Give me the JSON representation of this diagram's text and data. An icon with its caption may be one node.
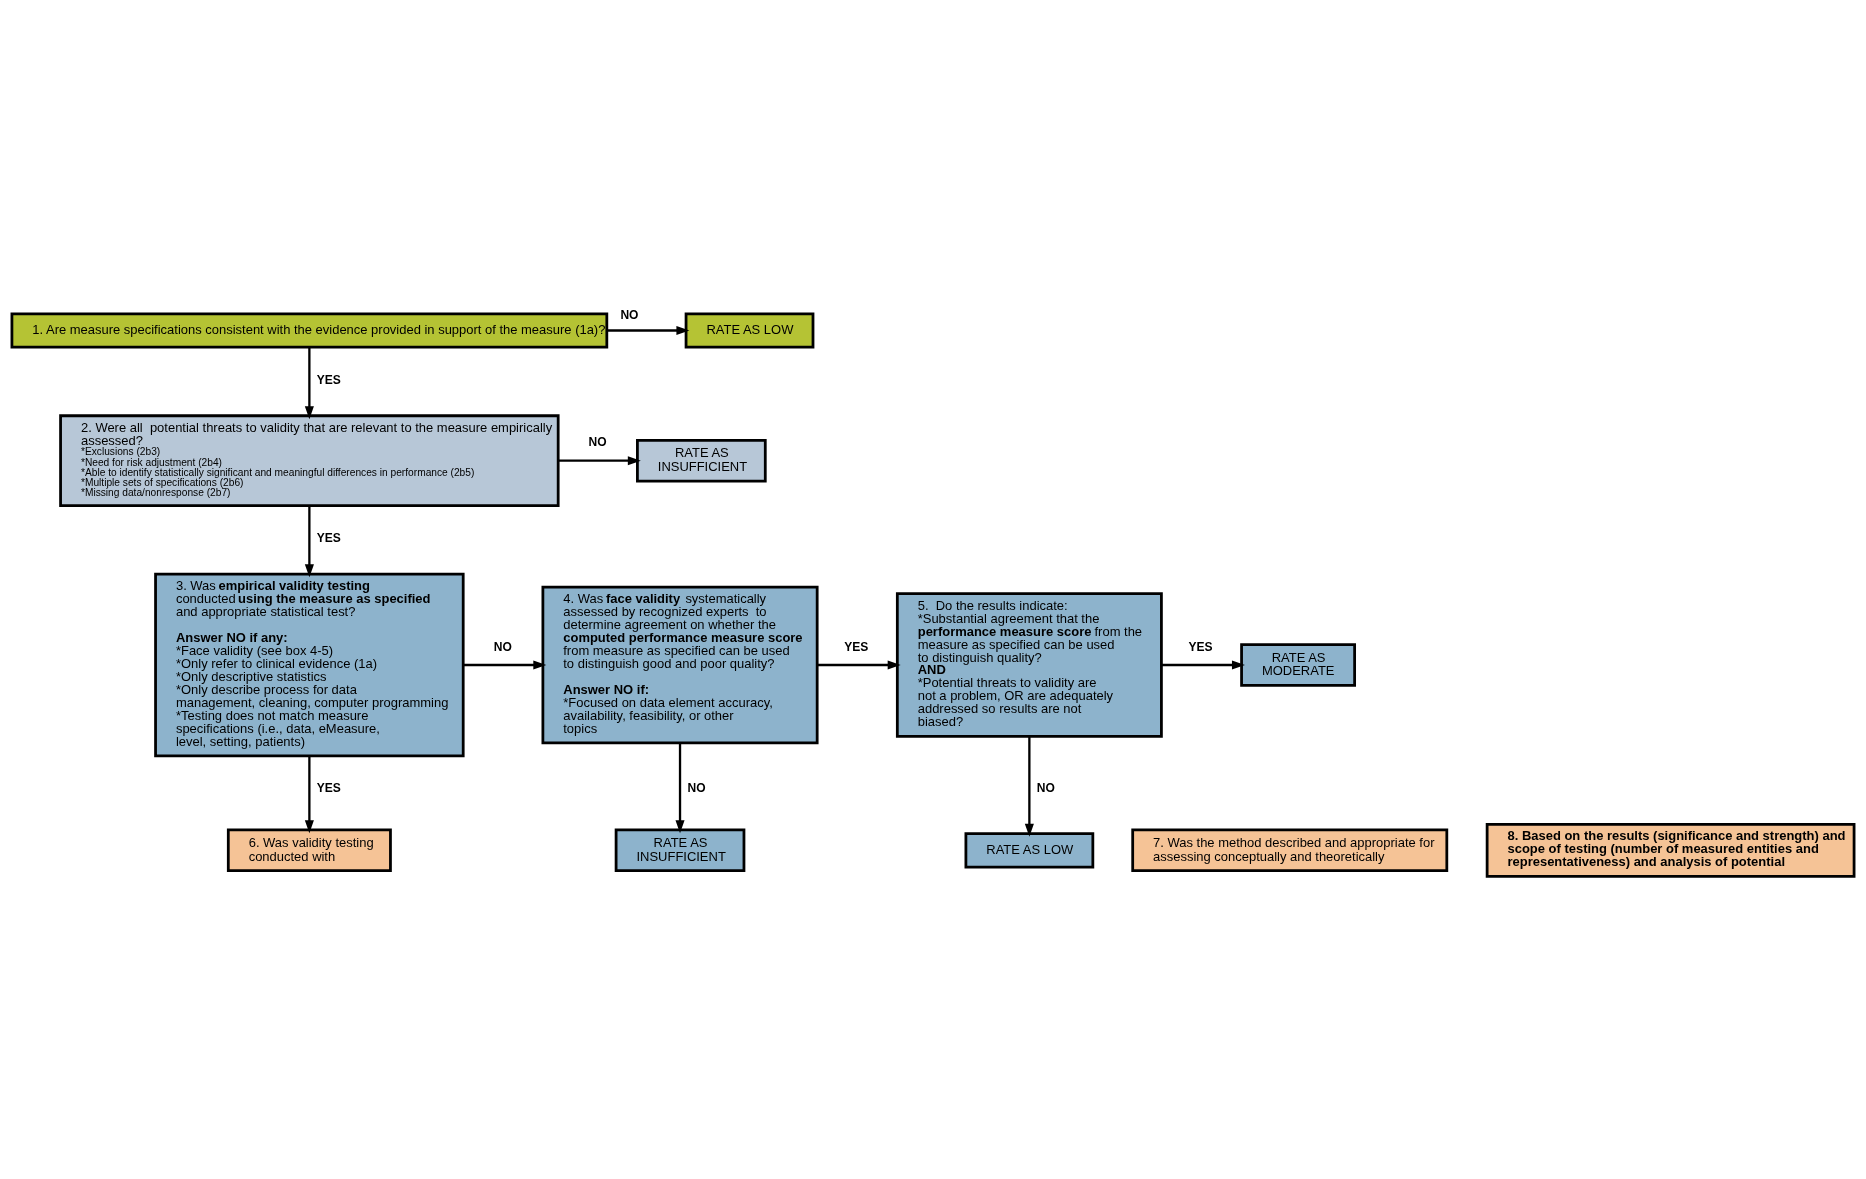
{
  "diagram": {
    "nodes": [
      {
        "text": [
          "1. Are measure specifications consistent with the evidence provided in support of the measure (1a)?"
        ]
      },
      {
        "text": [
          "RATE AS LOW"
        ]
      },
      {
        "text": [
          "2. Were all  potential threats to validity that are relevant to the measure empirically assessed?",
          "*Exclusions (2b3)",
          "*Need for risk adjustment (2b4)",
          "*Able to identify statistically significant and meaningful differences in performance (2b5)",
          "*Multiple sets of specifications (2b6)",
          "*Missing data/nonresponse (2b7)"
        ]
      },
      {
        "text": [
          "RATE AS INSUFFICIENT"
        ]
      },
      {
        "text": [
          "3. Was **empirical validity testing** conducted **using the measure as specified** and appropriate statistical test?",
          "**Answer NO if any:**",
          "*Face validity (see box 4-5)",
          "*Only refer to clinical evidence (1a)",
          "*Only descriptive statistics",
          "*Only describe process for data management, cleaning, computer programming",
          "*Testing does not match measure specifications (i.e., data, eMeasure, level, setting, patients)"
        ]
      },
      {
        "text": [
          "4. Was **face validity** systematically assessed by recognized experts  to determine agreement on whether the **computed performance measure score** from measure as specified can be used to distinguish good and poor quality?",
          "**Answer NO if:**",
          "*Focused on data element accuracy, availability, feasibility, or other topics"
        ]
      },
      {
        "text": [
          "5.  Do the results indicate:",
          "*Substantial agreement that the **performance measure score** from the measure as specified can be used to distinguish quality?",
          "**AND**",
          "*Potential threats to validity are not a problem, OR are adequately addressed so results are not biased?"
        ]
      },
      {
        "text": [
          "RATE AS MODERATE"
        ]
      },
      {
        "text": [
          "RATE AS LOW"
        ]
      },
      {
        "text": [
          "RATE AS INSUFFICIENT"
        ]
      },
      {
        "text": [
          "6. Was validity testing conducted with"
        ]
      },
      {
        "text": [
          "7. Was the method described and appropriate for assessing conceptually and theoretically"
        ]
      },
      {
        "text": [
          "8. Based on the results (significance and strength) and scope of testing (number of measured entities and representativeness) and analysis of potential"
        ]
      }
    ],
    "edges": [
      {
        "from": 0,
        "to": 1,
        "arrow": "to",
        "label": "NO"
      },
      {
        "from": 0,
        "to": 2,
        "arrow": "to",
        "label": "YES"
      },
      {
        "from": 2,
        "to": 3,
        "arrow": "to",
        "label": "NO"
      },
      {
        "from": 2,
        "to": 4,
        "arrow": "to",
        "label": "YES"
      },
      {
        "from": 4,
        "to": 5,
        "arrow": "to",
        "label": "NO"
      },
      {
        "from": 5,
        "to": 6,
        "arrow": "to",
        "label": "YES"
      },
      {
        "from": 6,
        "to": 7,
        "arrow": "to",
        "label": "YES"
      },
      {
        "from": 6,
        "to": 8,
        "arrow": "to",
        "label": "NO"
      },
      {
        "from": 5,
        "to": 9,
        "arrow": "to",
        "label": "NO"
      },
      {
        "from": 4,
        "to": 10,
        "arrow": "to",
        "label": "YES"
      }
    ]
  }
}
